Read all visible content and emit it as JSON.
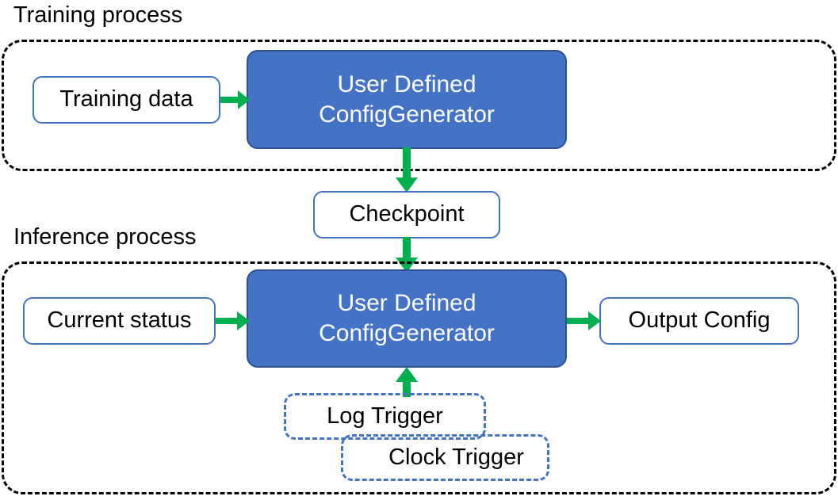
{
  "diagram": {
    "title_training": "Training process",
    "title_inference": "Inference process",
    "colors": {
      "generator_fill": "#4472C4",
      "generator_border": "#2F528F",
      "box_border": "#4472C4",
      "arrow_green": "#00B050",
      "container_border": "#000000",
      "text_dark": "#000000",
      "text_light": "#FFFFFF",
      "background": "#FFFFFF"
    },
    "training_process": {
      "label": "Training process",
      "input_box": "Training data",
      "generator_line1": "User Defined",
      "generator_line2": "ConfigGenerator"
    },
    "checkpoint": {
      "label": "Checkpoint"
    },
    "inference_process": {
      "label": "Inference process",
      "input_box": "Current status",
      "generator_line1": "User Defined",
      "generator_line2": "ConfigGenerator",
      "output_box": "Output Config",
      "triggers": [
        {
          "label": "Log Trigger"
        },
        {
          "label": "Clock Trigger"
        }
      ]
    },
    "arrows": [
      {
        "name": "training-data-to-generator",
        "direction": "right"
      },
      {
        "name": "generator-to-checkpoint",
        "direction": "down"
      },
      {
        "name": "checkpoint-to-generator",
        "direction": "down"
      },
      {
        "name": "current-status-to-generator",
        "direction": "right"
      },
      {
        "name": "generator-to-output",
        "direction": "right"
      },
      {
        "name": "trigger-to-generator",
        "direction": "up"
      }
    ]
  }
}
